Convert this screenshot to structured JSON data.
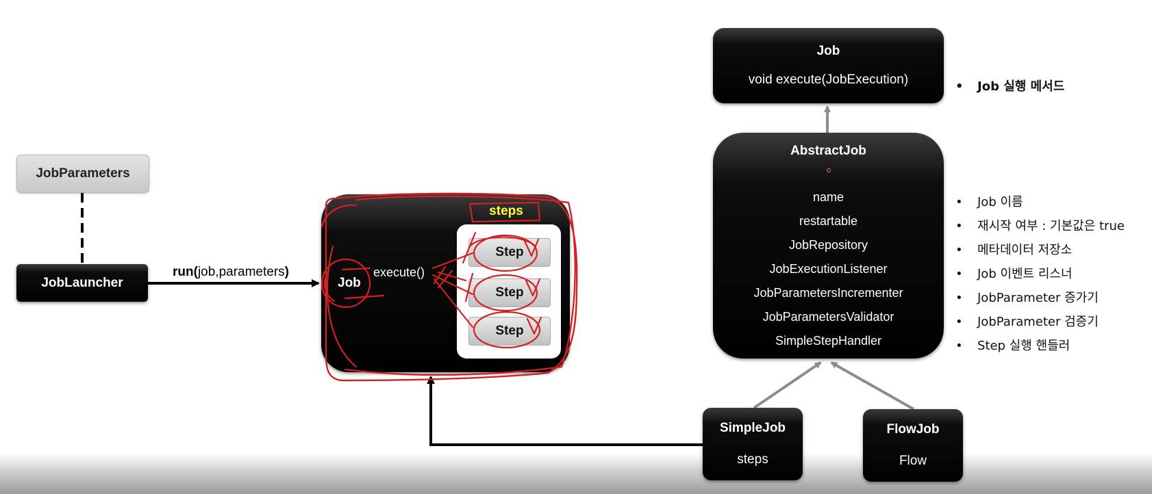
{
  "job_interface": {
    "title": "Job",
    "method": "void execute(JobExecution)"
  },
  "abstract_job": {
    "title": "AbstractJob",
    "fields": [
      "name",
      "restartable",
      "JobRepository",
      "JobExecutionListener",
      "JobParametersIncrementer",
      "JobParametersValidator",
      "SimpleStepHandler"
    ]
  },
  "job_bullet": "Job 실행 메서드",
  "field_bullets": [
    "Job 이름",
    "재시작 여부 : 기본값은 true",
    "메타데이터 저장소",
    "Job 이벤트 리스너",
    "JobParameter  증가기",
    "JobParameter  검증기",
    "Step 실행 핸들러"
  ],
  "simple_job": {
    "title": "SimpleJob",
    "sub": "steps"
  },
  "flow_job": {
    "title": "FlowJob",
    "sub": "Flow"
  },
  "job_parameters": "JobParameters",
  "job_launcher": "JobLauncher",
  "run_call": {
    "method": "run(",
    "args": "job,parameters",
    "close": ")"
  },
  "job_node": "Job",
  "execute_call": "execute()",
  "steps_label": "steps",
  "step_labels": [
    "Step",
    "Step",
    "Step"
  ],
  "colors": {
    "box": "#000000",
    "connector": "#8c8c8c",
    "annotation": "#d42020",
    "steps_label": "#ffff33"
  }
}
